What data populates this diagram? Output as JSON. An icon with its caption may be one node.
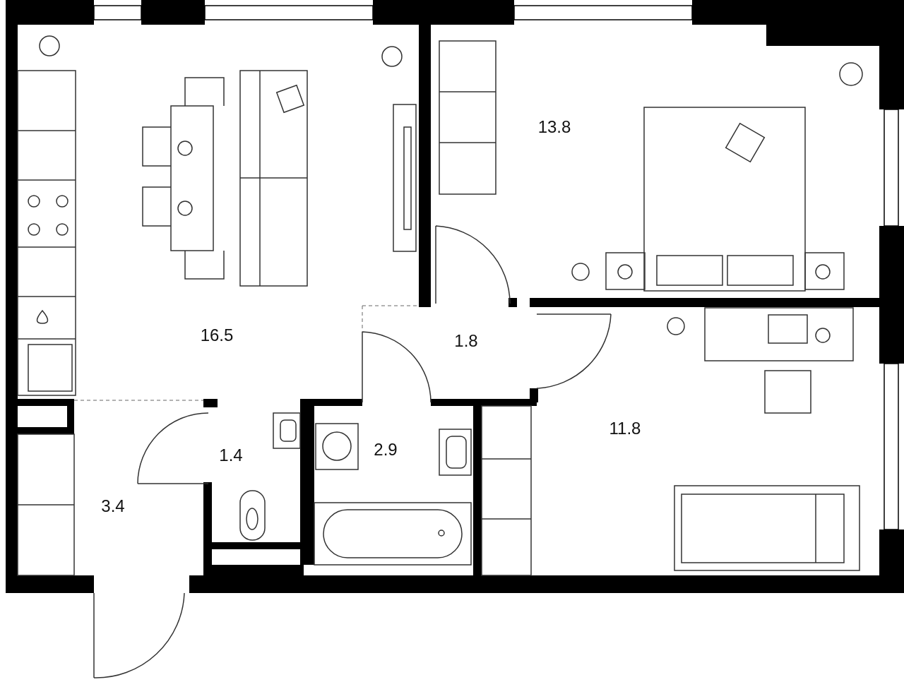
{
  "diagram": {
    "labels": [
      "13.8",
      "16.5",
      "1.8",
      "11.8",
      "1.4",
      "2.9",
      "3.4"
    ]
  }
}
